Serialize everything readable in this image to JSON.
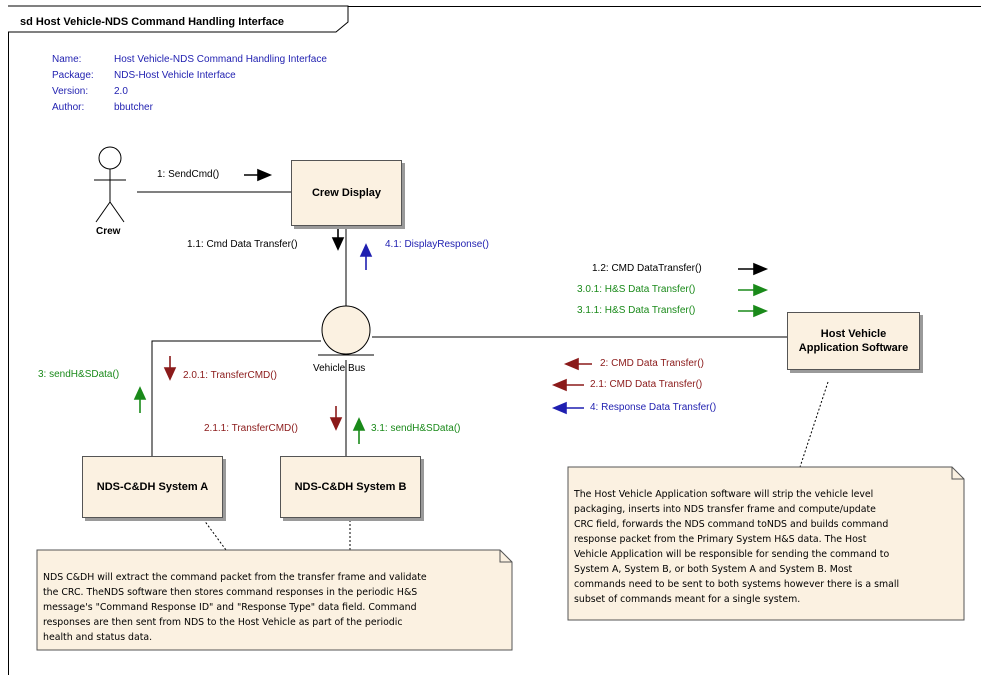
{
  "frame": {
    "title": "sd Host Vehicle-NDS Command Handling Interface"
  },
  "metadata": {
    "rows": [
      {
        "key": "Name:",
        "value": "Host Vehicle-NDS Command Handling Interface"
      },
      {
        "key": "Package:",
        "value": "NDS-Host Vehicle Interface"
      },
      {
        "key": "Version:",
        "value": "2.0"
      },
      {
        "key": "Author:",
        "value": "bbutcher"
      }
    ]
  },
  "actor": {
    "name": "Crew"
  },
  "boxes": {
    "crew_display": "Crew Display",
    "host_vehicle": "Host Vehicle\nApplication Software",
    "system_a": "NDS-C&DH System A",
    "system_b": "NDS-C&DH System B"
  },
  "bus": {
    "name": "Vehicle Bus"
  },
  "messages": {
    "m1": "1: SendCmd()",
    "m1_1": "1.1: Cmd Data Transfer()",
    "m4_1": "4.1: DisplayResponse()",
    "m1_2": "1.2: CMD DataTransfer()",
    "m3_0_1": "3.0.1: H&S Data Transfer()",
    "m3_1_1": "3.1.1: H&S Data Transfer()",
    "m2": "2: CMD Data Transfer()",
    "m2_1": "2.1: CMD Data Transfer()",
    "m4": "4: Response Data Transfer()",
    "m3": "3: sendH&SData()",
    "m2_0_1": "2.0.1: TransferCMD()",
    "m2_1_1": "2.1.1: TransferCMD()",
    "m3_1": "3.1: sendH&SData()"
  },
  "notes": {
    "left": [
      "NDS C&DH will extract the command packet from the transfer frame and validate",
      "the CRC. TheNDS software then stores command responses in the periodic H&S",
      "message's \"Command Response ID\" and \"Response Type\" data field. Command",
      "responses are then sent from NDS to the Host Vehicle as part of the periodic",
      "health and status data."
    ],
    "right": [
      "The Host Vehicle Application software will strip the vehicle level",
      "packaging, inserts into NDS transfer frame and compute/update",
      "CRC field, forwards the NDS command toNDS and builds command",
      "response packet from the Primary System H&S data. The Host",
      "Vehicle Application will be responsible for sending the command to",
      "System A, System B, or both System A and System B. Most",
      "commands need to be sent to both systems however there is a small",
      "subset of commands meant for a single system."
    ]
  },
  "colors": {
    "black": "#000000",
    "green": "#1a8a1a",
    "red": "#8b1a1a",
    "blue": "#1f1fb0",
    "box_fill": "#fbf1e1",
    "note_fill": "#fbf1e1"
  }
}
